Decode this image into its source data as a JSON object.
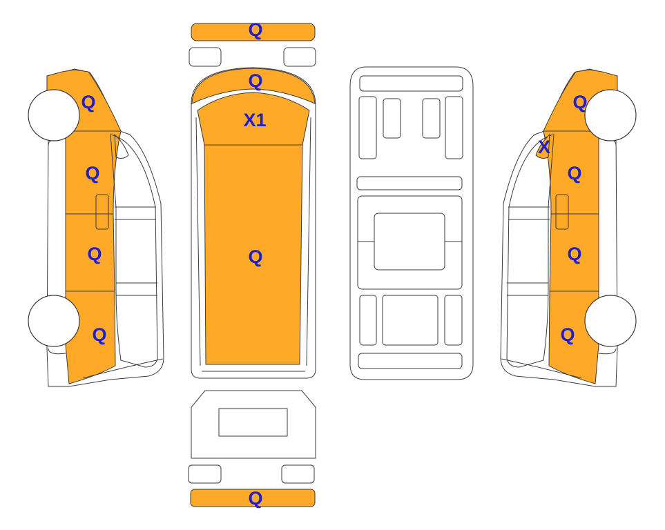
{
  "colors": {
    "damaged_panel": "#FFA928",
    "label_text": "#1F1FD0",
    "outline": "#3a3a3a"
  },
  "labels": {
    "front_bumper": "Q",
    "hood": "Q",
    "windshield": "X1",
    "roof": "Q",
    "rear_bumper": "Q",
    "left_front_fender": "Q",
    "left_front_door": "Q",
    "left_rear_door": "Q",
    "left_rear_quarter": "Q",
    "right_front_fender": "Q",
    "right_front_window": "X",
    "right_front_door": "Q",
    "right_rear_door": "Q",
    "right_rear_quarter": "Q"
  }
}
